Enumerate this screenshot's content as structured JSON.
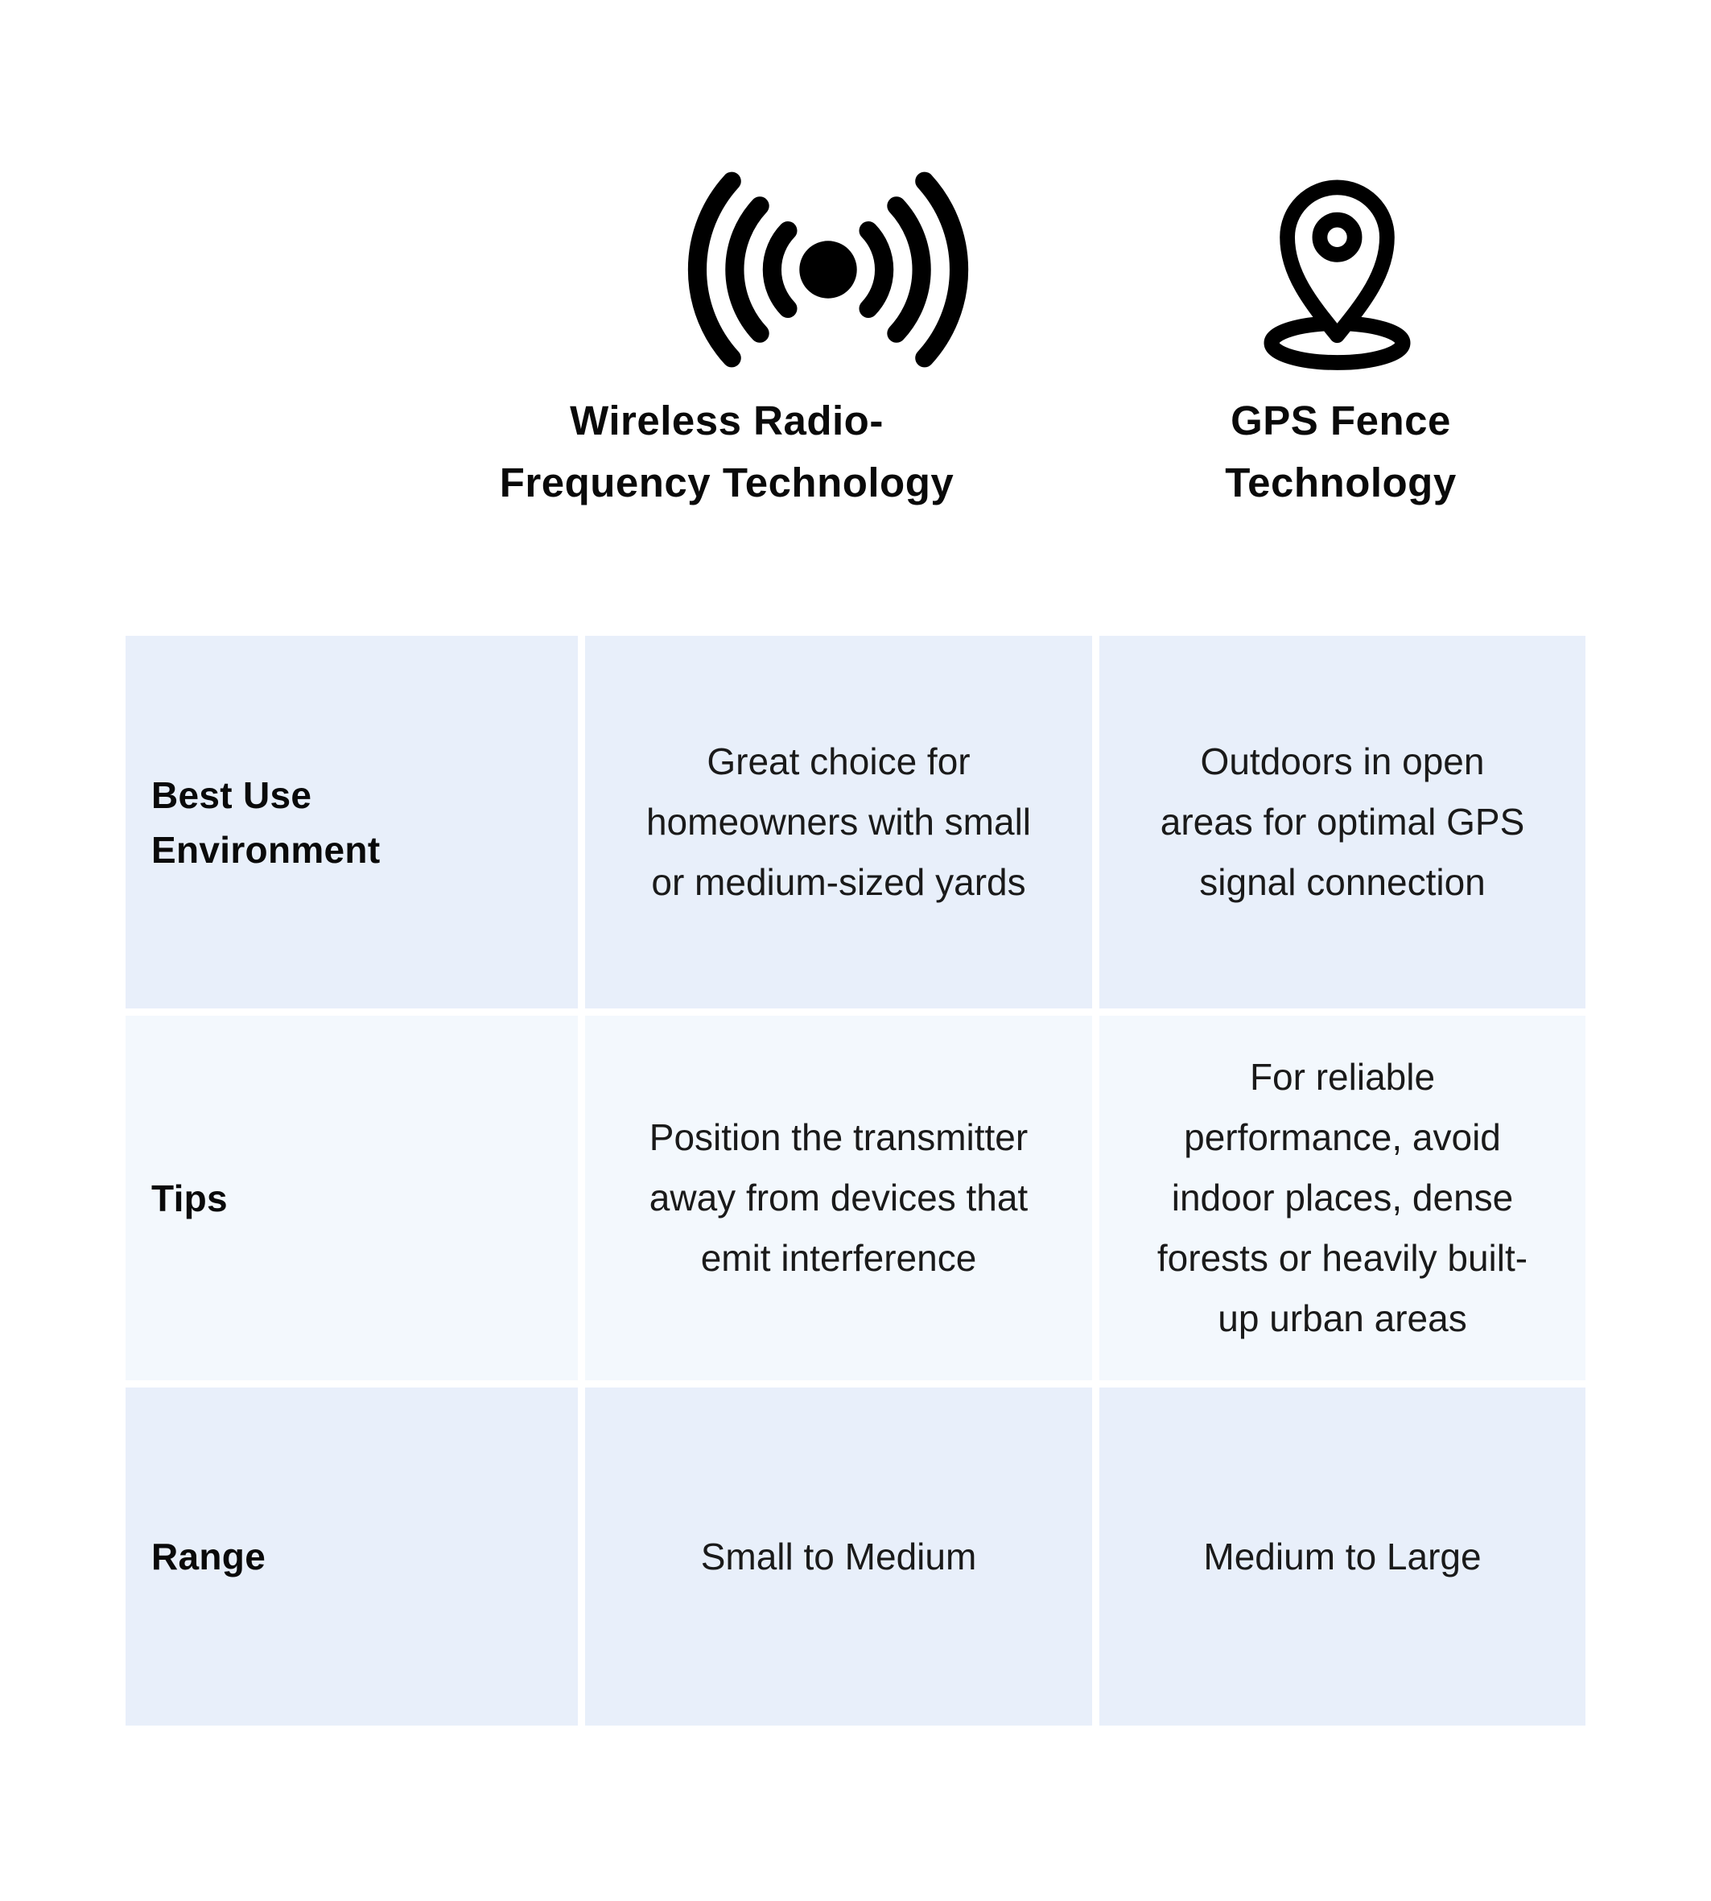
{
  "chart_data": {
    "type": "table",
    "column_headers": [
      {
        "icon": "radio-frequency-icon",
        "label": "Wireless Radio-\nFrequency Technology"
      },
      {
        "icon": "gps-pin-icon",
        "label": "GPS Fence\nTechnology"
      }
    ],
    "row_labels": [
      "Best Use Environment",
      "Tips",
      "Range"
    ],
    "rows": [
      {
        "label": "Best Use\nEnvironment",
        "wireless_rf": "Great choice for\nhomeowners with small\nor medium-sized yards",
        "gps_fence": "Outdoors in open\nareas for optimal GPS\nsignal connection"
      },
      {
        "label": "Tips",
        "wireless_rf": "Position the transmitter\naway from devices that\nemit interference",
        "gps_fence": "For reliable\nperformance, avoid\nindoor places, dense\nforests or heavily built-\nup urban areas"
      },
      {
        "label": "Range",
        "wireless_rf": "Small to Medium",
        "gps_fence": "Medium to Large"
      }
    ]
  },
  "colors": {
    "background": "#FFFFFF",
    "row_odd_bg": "#E8EFFA",
    "row_even_bg": "#F3F8FD",
    "heading_text": "#0A0A0A",
    "body_text": "#1A1A1A",
    "icon_color": "#000000"
  }
}
